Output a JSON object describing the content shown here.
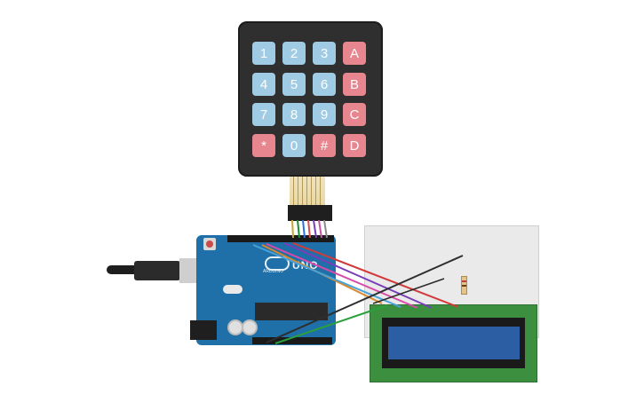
{
  "scene": {
    "title": "",
    "keypad": {
      "rows": [
        [
          "1",
          "2",
          "3",
          "A"
        ],
        [
          "4",
          "5",
          "6",
          "B"
        ],
        [
          "7",
          "8",
          "9",
          "C"
        ],
        [
          "*",
          "0",
          "#",
          "D"
        ]
      ]
    },
    "arduino": {
      "uno_label": "UNO",
      "brand_label": "ARDUINO"
    }
  },
  "colors": {
    "keypad_body": "#2f2f2f",
    "key_number": "#9fcbe4",
    "key_letter": "#e7868f",
    "arduino_blue": "#1f6fa8",
    "lcd_green": "#3b8f3f",
    "lcd_screen_blue": "#2b5ea3",
    "breadboard": "#eaeaea"
  }
}
